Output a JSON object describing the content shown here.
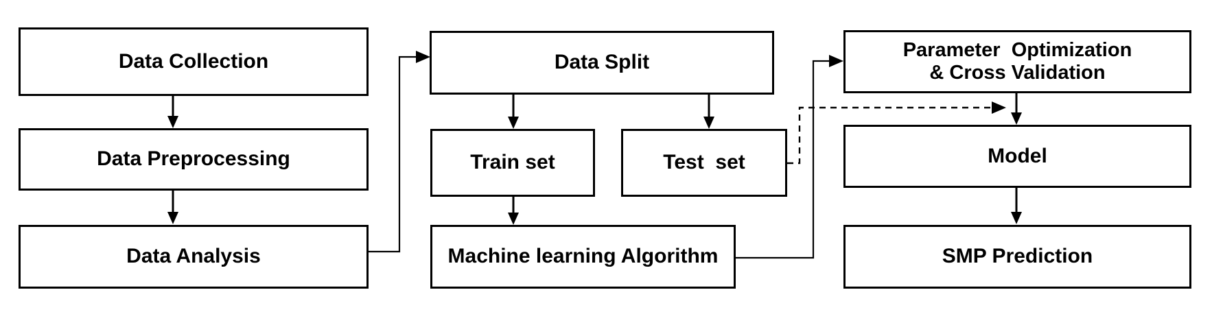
{
  "diagram": {
    "title": "Machine Learning Workflow Flowchart",
    "background_color": "#ffffff",
    "stroke_color": "#000000",
    "text_color": "#000000"
  },
  "nodes": {
    "data_collection": {
      "label": "Data Collection"
    },
    "data_preprocessing": {
      "label": "Data Preprocessing"
    },
    "data_analysis": {
      "label": "Data Analysis"
    },
    "data_split": {
      "label": "Data Split"
    },
    "train_set": {
      "label": "Train set"
    },
    "test_set": {
      "label": "Test  set"
    },
    "ml_algorithm": {
      "label": "Machine learning Algorithm"
    },
    "parameter_optimization": {
      "line1": "Parameter  Optimization",
      "line2": "& Cross Validation"
    },
    "model": {
      "label": "Model"
    },
    "smp_prediction": {
      "label": "SMP Prediction"
    }
  },
  "edges": [
    {
      "name": "data-collection-to-data-preprocessing",
      "style": "solid",
      "arrow": "down"
    },
    {
      "name": "data-preprocessing-to-data-analysis",
      "style": "solid",
      "arrow": "down"
    },
    {
      "name": "data-analysis-to-data-split",
      "style": "solid",
      "arrow": "right"
    },
    {
      "name": "data-split-to-train-set",
      "style": "solid",
      "arrow": "down"
    },
    {
      "name": "data-split-to-test-set",
      "style": "solid",
      "arrow": "down"
    },
    {
      "name": "train-set-to-ml-algorithm",
      "style": "solid",
      "arrow": "down"
    },
    {
      "name": "ml-algorithm-to-parameter-optimization",
      "style": "solid",
      "arrow": "right"
    },
    {
      "name": "test-set-to-model",
      "style": "dashed",
      "arrow": "right"
    },
    {
      "name": "parameter-optimization-to-model",
      "style": "solid",
      "arrow": "down"
    },
    {
      "name": "model-to-smp-prediction",
      "style": "solid",
      "arrow": "down"
    }
  ]
}
